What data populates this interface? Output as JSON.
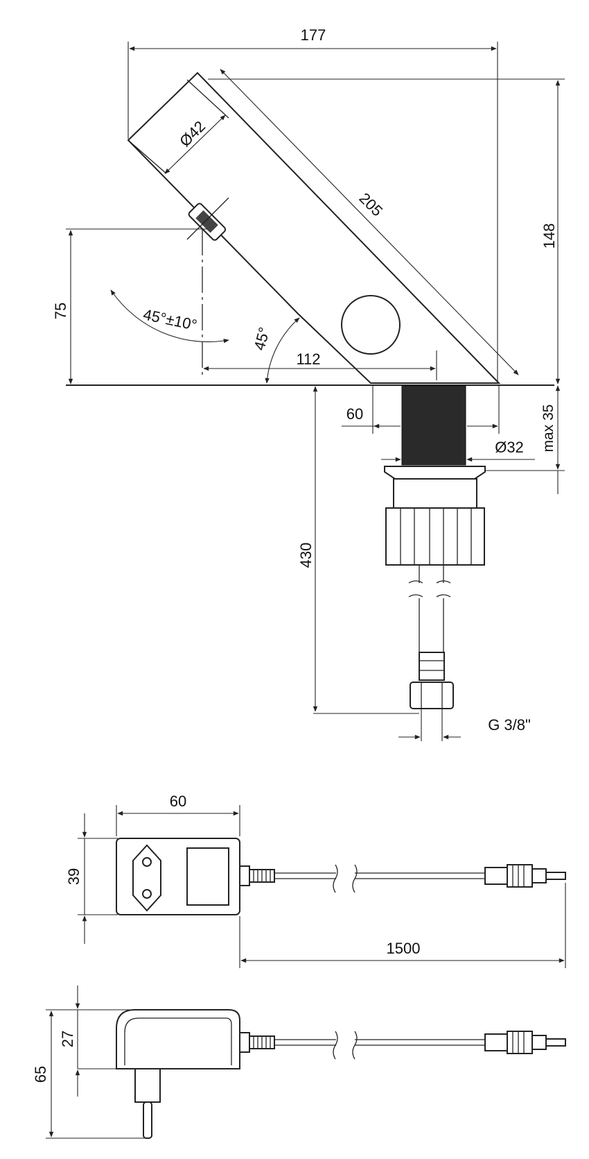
{
  "faucet": {
    "dim_width": "177",
    "dim_diameter_spout": "Ø42",
    "dim_length": "205",
    "dim_height": "148",
    "dim_sensor_height": "75",
    "dim_angle_tol": "45°±10°",
    "dim_angle": "45°",
    "dim_reach": "112",
    "dim_base": "60",
    "dim_max": "max 35",
    "dim_diameter_shank": "Ø32",
    "dim_hose_length": "430",
    "dim_thread": "G 3/8\""
  },
  "adapter_front": {
    "dim_width": "60",
    "dim_height": "39",
    "dim_cable": "1500"
  },
  "adapter_side": {
    "dim_top": "27",
    "dim_total": "65"
  }
}
